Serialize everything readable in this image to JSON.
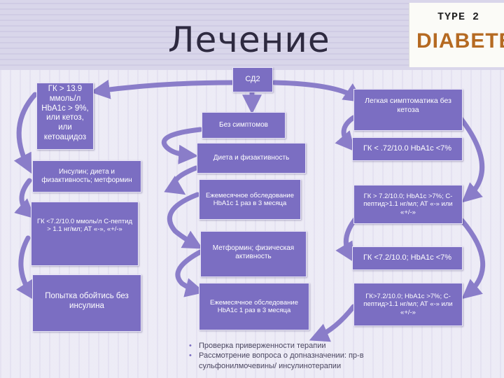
{
  "slide": {
    "title": "Лечение",
    "logo": {
      "line1": "TYPE 2",
      "line2": "DIABETES"
    }
  },
  "boxes": {
    "root": "СД2",
    "left_criteria": "ГК > 13.9 ммоль/л HbA1c > 9%, или кетоз, или кетоацидоз",
    "left_treatment": "Инсулин; диета и физактивность; метформин",
    "left_criteria2": "ГК <7.2/10.0 ммоль/л С-пептид > 1.1 нг/мл; АТ «-», «+/-»",
    "left_attempt": "Попытка обойтись без инсулина",
    "mid_no_symptoms": "Без симптомов",
    "mid_diet": "Диета и физактивность",
    "mid_monthly1": "Ежемесячное обследование HbA1c 1 раз в 3 месяца",
    "mid_metformin": "Метформин; физическая активность",
    "mid_monthly2": "Ежемесячное обследование HbA1c 1 раз в 3 месяца",
    "right_mild": "Легкая симптоматика без кетоза",
    "right_gk1": "ГК < .72/10.0 HbA1c <7%",
    "right_gk2": "ГК > 7.2/10.0; HbA1c >7%; С-пептид>1.1 нг/мл; АТ «-» или «+/-»",
    "right_gk3": "ГК <7.2/10.0; HbA1c <7%",
    "right_gk4": "ГК>7.2/10.0; HbA1c >7%; С-пептид>1.1 нг/мл; АТ «-» или «+/-»"
  },
  "notes": [
    "Проверка приверженности терапии",
    " Рассмотрение вопроса о допназначении: пр-в сульфонилмочевины/ инсулинотерапии"
  ],
  "colors": {
    "box": "#7b6ec2",
    "arrow": "#8a7dc9",
    "title": "#2e2a40"
  }
}
